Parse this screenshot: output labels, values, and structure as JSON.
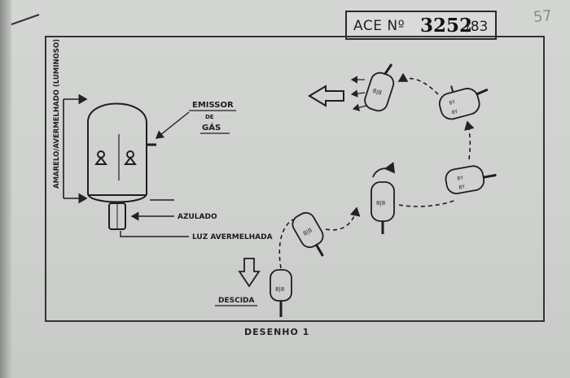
{
  "header": {
    "ace_label": "ACE Nº",
    "ace_number": "3252",
    "ace_year": "/83",
    "page_number": "57"
  },
  "drawing": {
    "side_label": "AMARELO/AVERMELHADO (LUMINOSO)",
    "emissor_line1": "EMISSOR",
    "emissor_line2": "DE",
    "emissor_line3": "GÁS",
    "azulado": "AZULADO",
    "luz_avermelhada": "LUZ AVERMELHADA",
    "descida": "DESCIDA",
    "caption": "DESENHO 1"
  }
}
